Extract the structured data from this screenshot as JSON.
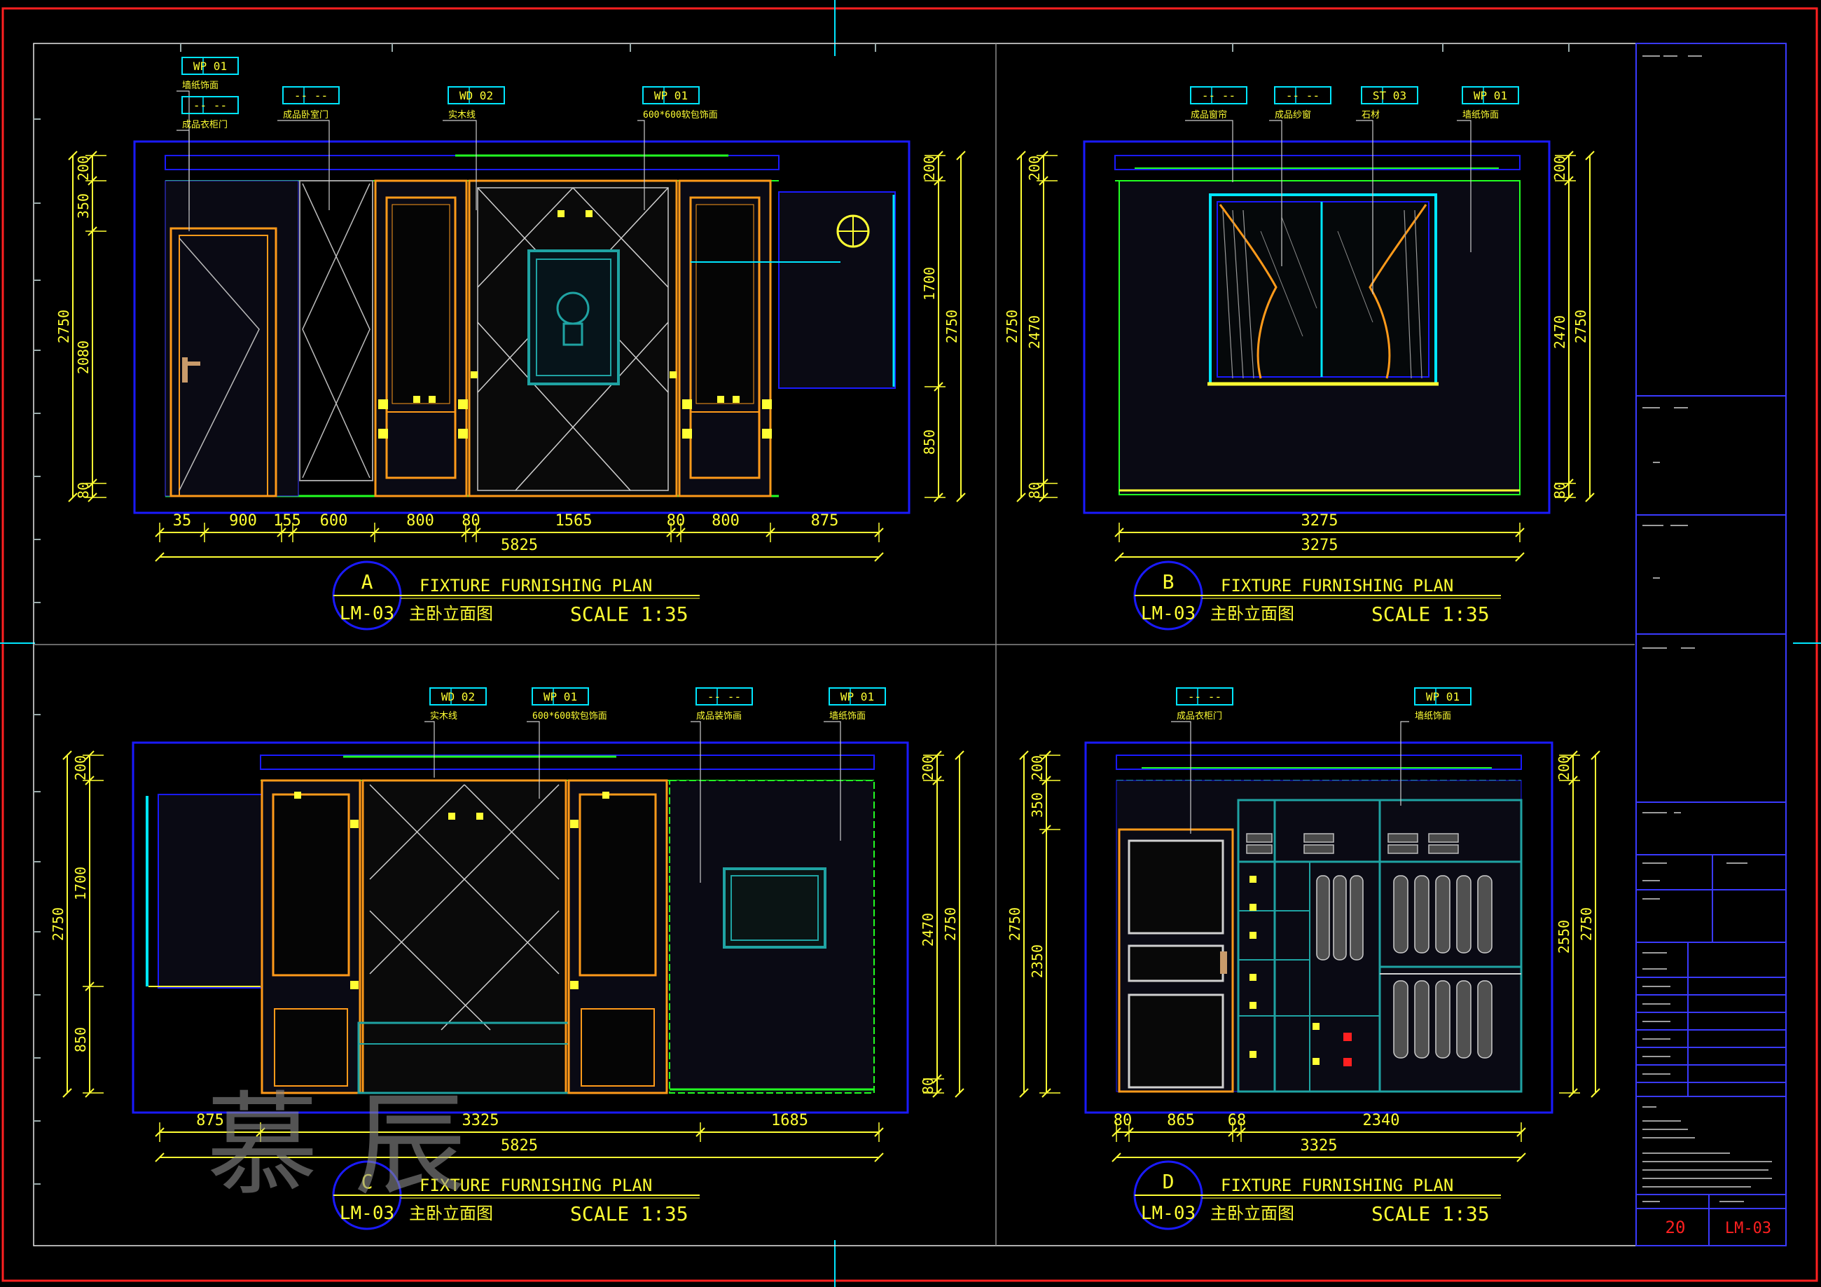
{
  "colors": {
    "background": "#000000",
    "red_frame": "#ff2020",
    "cyan": "#00e6ff",
    "yellow": "#ffff33",
    "blue": "#1a1aff",
    "green": "#22ff22",
    "orange": "#ff9a1a",
    "teal": "#1fa3a3",
    "pale": "#c8c8c8",
    "magenta": "#ff44ff"
  },
  "panels": [
    {
      "id": "A",
      "title": "FIXTURE FURNISHING PLAN",
      "drawing_no": "LM-03",
      "subtitle": "主卧立面图",
      "scale": "SCALE 1:35",
      "tags": [
        {
          "code": "WP 01",
          "note": "墙纸饰面"
        },
        {
          "code": "-- --",
          "note": "成品衣柜门"
        },
        {
          "code": "-- --",
          "note": "成品卧室门"
        },
        {
          "code": "WD 02",
          "note": "实木线"
        },
        {
          "code": "WP 01",
          "note": "600*600软包饰面"
        }
      ],
      "dims_bottom": [
        "35",
        "900",
        "155",
        "600",
        "800",
        "80",
        "1565",
        "80",
        "800",
        "875"
      ],
      "dim_total": "5825",
      "dims_left": [
        "200",
        "350",
        "2080",
        "80",
        "2750"
      ],
      "dims_right": [
        "200",
        "1700",
        "850",
        "2750"
      ]
    },
    {
      "id": "B",
      "title": "FIXTURE FURNISHING PLAN",
      "drawing_no": "LM-03",
      "subtitle": "主卧立面图",
      "scale": "SCALE 1:35",
      "tags": [
        {
          "code": "-- --",
          "note": "成品窗帘"
        },
        {
          "code": "-- --",
          "note": "成品纱窗"
        },
        {
          "code": "ST 03",
          "note": "石材"
        },
        {
          "code": "WP 01",
          "note": "墙纸饰面"
        }
      ],
      "dims_bottom": [
        "3275"
      ],
      "dim_total": "3275",
      "dims_left": [
        "200",
        "2470",
        "80",
        "2750"
      ],
      "dims_right": [
        "200",
        "2470",
        "80",
        "2750"
      ]
    },
    {
      "id": "C",
      "title": "FIXTURE FURNISHING PLAN",
      "drawing_no": "LM-03",
      "subtitle": "主卧立面图",
      "scale": "SCALE 1:35",
      "tags": [
        {
          "code": "WD 02",
          "note": "实木线"
        },
        {
          "code": "WP 01",
          "note": "600*600软包饰面"
        },
        {
          "code": "-- --",
          "note": "成品装饰画"
        },
        {
          "code": "WP 01",
          "note": "墙纸饰面"
        }
      ],
      "dims_bottom": [
        "875",
        "3325",
        "1685"
      ],
      "dim_total": "5825",
      "dims_left": [
        "200",
        "1700",
        "850",
        "2750"
      ],
      "dims_right": [
        "200",
        "2470",
        "80",
        "2750"
      ]
    },
    {
      "id": "D",
      "title": "FIXTURE FURNISHING PLAN",
      "drawing_no": "LM-03",
      "subtitle": "主卧立面图",
      "scale": "SCALE 1:35",
      "tags": [
        {
          "code": "-- --",
          "note": "成品衣柜门"
        },
        {
          "code": "WP 01",
          "note": "墙纸饰面"
        }
      ],
      "dims_bottom": [
        "80",
        "865",
        "68",
        "2340"
      ],
      "dim_total": "3325",
      "dims_left": [
        "200",
        "350",
        "2350",
        "2750"
      ],
      "dims_right": [
        "200",
        "2550",
        "2750"
      ]
    }
  ],
  "title_block": {
    "sheet_no": "20",
    "drawing_code": "LM-03"
  },
  "watermark": "慕 辰"
}
